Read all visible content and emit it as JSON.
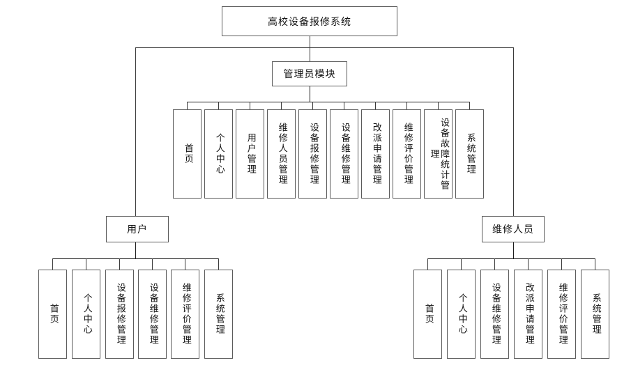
{
  "diagram": {
    "type": "hierarchy-tree",
    "title_box": {
      "label": "高校设备报修系统"
    },
    "branches": [
      {
        "key": "admin",
        "label": "管理员模块",
        "children": [
          {
            "label": "首页"
          },
          {
            "label": "个人中心"
          },
          {
            "label": "用户管理"
          },
          {
            "label": "维修人员管理"
          },
          {
            "label": "设备报修管理"
          },
          {
            "label": "设备维修管理"
          },
          {
            "label": "改派申请管理"
          },
          {
            "label": "维修评价管理"
          },
          {
            "label": "设备故障统计管理"
          },
          {
            "label": "系统管理"
          }
        ]
      },
      {
        "key": "user",
        "label": "用户",
        "children": [
          {
            "label": "首页"
          },
          {
            "label": "个人中心"
          },
          {
            "label": "设备报修管理"
          },
          {
            "label": "设备维修管理"
          },
          {
            "label": "维修评价管理"
          },
          {
            "label": "系统管理"
          }
        ]
      },
      {
        "key": "repairman",
        "label": "维修人员",
        "children": [
          {
            "label": "首页"
          },
          {
            "label": "个人中心"
          },
          {
            "label": "设备维修管理"
          },
          {
            "label": "改派申请管理"
          },
          {
            "label": "维修评价管理"
          },
          {
            "label": "系统管理"
          }
        ]
      }
    ],
    "colors": {
      "background": "#ffffff",
      "box_border": "#5a5a5a",
      "connector": "#3a3a3a",
      "text": "#111111"
    }
  }
}
